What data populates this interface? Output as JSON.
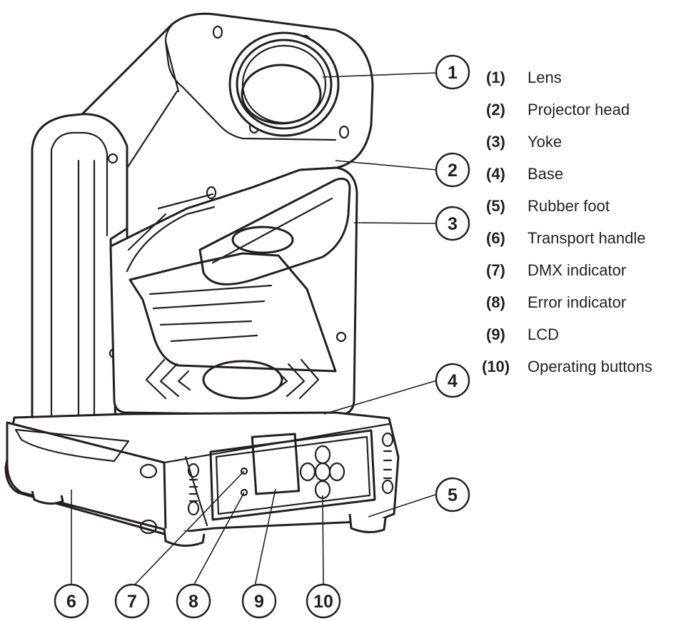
{
  "callouts": [
    "1",
    "2",
    "3",
    "4",
    "5",
    "6",
    "7",
    "8",
    "9",
    "10"
  ],
  "legend": [
    {
      "num": "(1)",
      "text": "Lens"
    },
    {
      "num": "(2)",
      "text": "Projector head"
    },
    {
      "num": "(3)",
      "text": "Yoke"
    },
    {
      "num": "(4)",
      "text": "Base"
    },
    {
      "num": "(5)",
      "text": "Rubber foot"
    },
    {
      "num": "(6)",
      "text": "Transport handle"
    },
    {
      "num": "(7)",
      "text": "DMX indicator"
    },
    {
      "num": "(8)",
      "text": "Error indicator"
    },
    {
      "num": "(9)",
      "text": "LCD"
    },
    {
      "num": "(10)",
      "text": "Operating buttons"
    }
  ],
  "colors": {
    "line": "#231f20",
    "background": "#ffffff"
  }
}
